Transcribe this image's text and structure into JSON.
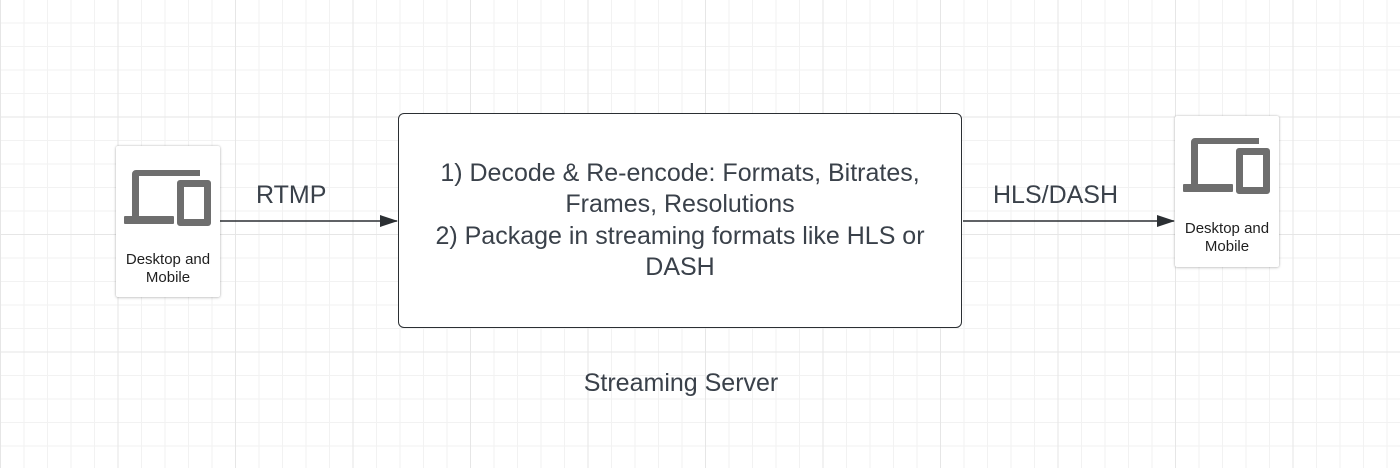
{
  "diagram": {
    "source_device": {
      "icon": "desktop-and-mobile-icon",
      "label_line1": "Desktop and",
      "label_line2": "Mobile"
    },
    "ingest_protocol": "RTMP",
    "server_box": {
      "line1": "1) Decode & Re-encode: Formats, Bitrates,",
      "line2": "Frames, Resolutions",
      "line3": "2) Package in streaming formats like HLS or",
      "line4": "DASH"
    },
    "server_caption": "Streaming Server",
    "delivery_protocol": "HLS/DASH",
    "target_device": {
      "icon": "desktop-and-mobile-icon",
      "label_line1": "Desktop and",
      "label_line2": "Mobile"
    },
    "colors": {
      "icon_gray": "#6e6e6e",
      "text": "#3a414a",
      "arrow": "#2b2f33"
    }
  }
}
